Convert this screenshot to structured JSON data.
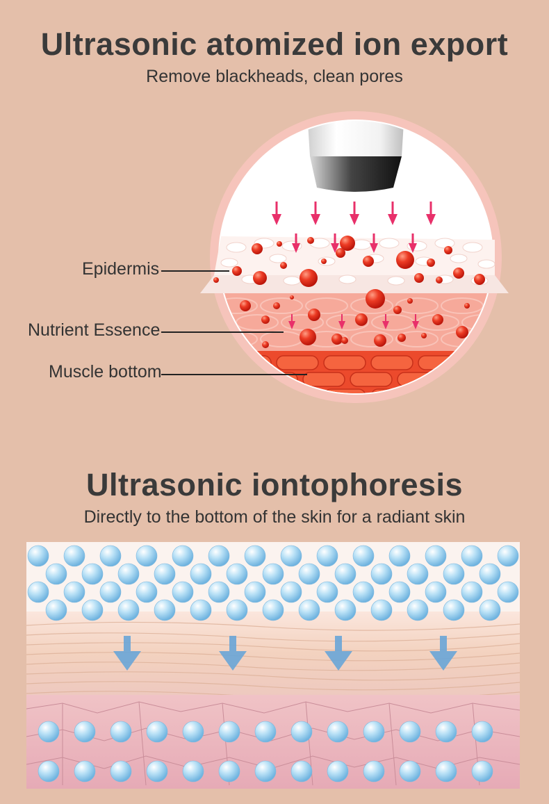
{
  "section1": {
    "title": "Ultrasonic atomized ion export",
    "subtitle": "Remove blackheads, clean pores",
    "labels": {
      "epidermis": "Epidermis",
      "nutrient": "Nutrient Essence",
      "muscle": "Muscle bottom"
    }
  },
  "section2": {
    "title": "Ultrasonic iontophoresis",
    "subtitle": "Directly to the bottom of the skin for a radiant skin"
  },
  "colors": {
    "background": "#e4bfaa",
    "essence": "#e8351e",
    "arrow_pink": "#e8306a",
    "arrow_blue": "#6aa6d8",
    "bubble_blue": "#9fd0ee"
  }
}
